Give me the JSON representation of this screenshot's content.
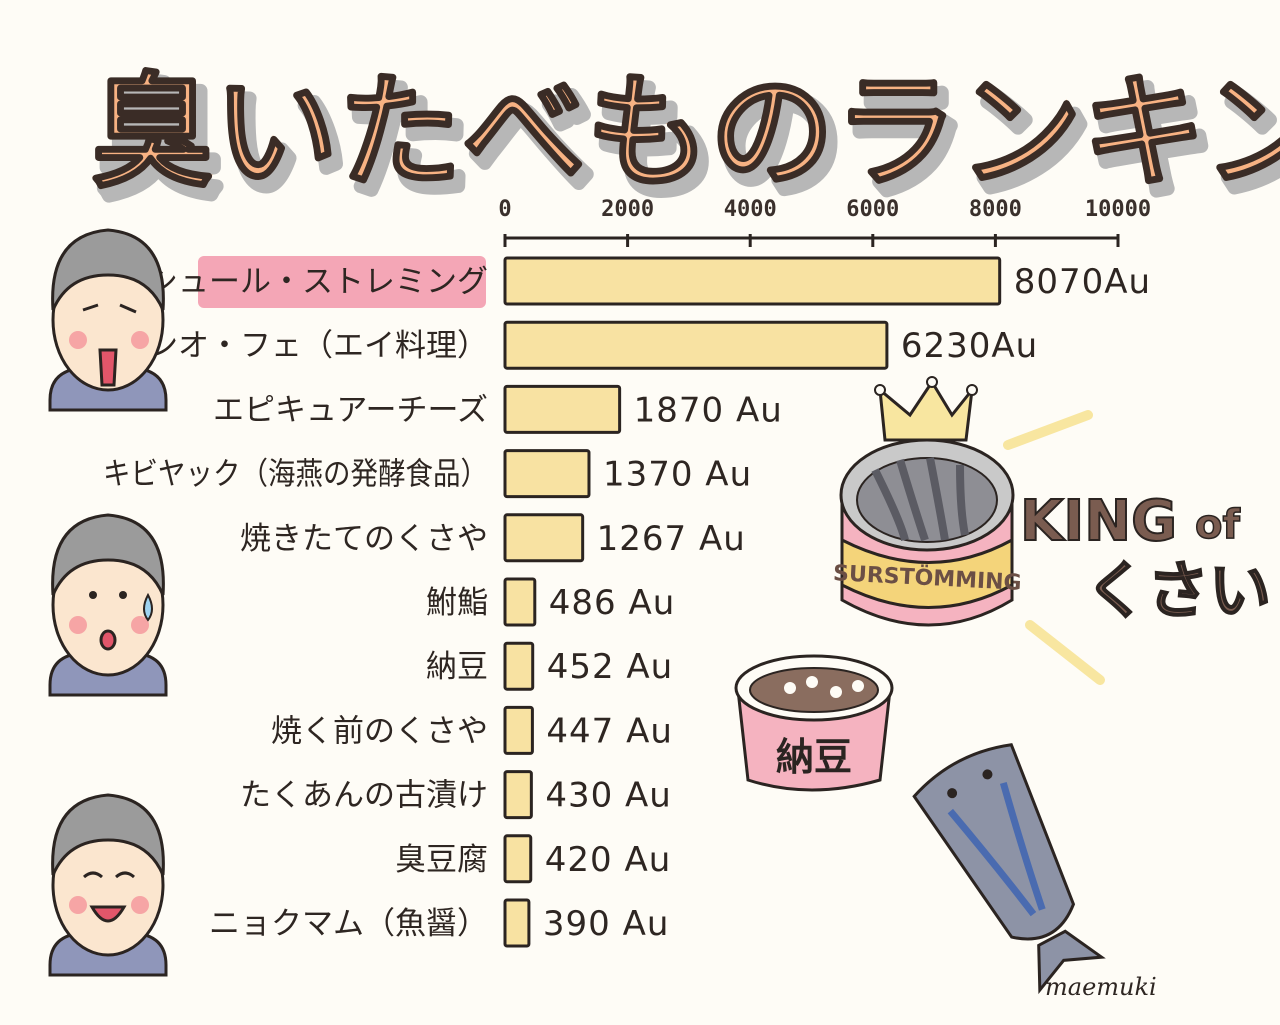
{
  "title": "臭いたべものランキング",
  "chart_data": {
    "type": "bar",
    "orientation": "horizontal",
    "title": "臭いたべものランキング",
    "xlim": [
      0,
      10000
    ],
    "xticks": [
      0,
      2000,
      4000,
      6000,
      8000,
      10000
    ],
    "unit": "Au",
    "highlight_index": 0,
    "categories": [
      "シュール・ストレミング",
      "ホンオ・フェ（エイ料理）",
      "エピキュアーチーズ",
      "キビヤック（海燕の発酵食品）",
      "焼きたてのくさや",
      "鮒鮨",
      "納豆",
      "焼く前のくさや",
      "たくあんの古漬け",
      "臭豆腐",
      "ニョクマム（魚醤）"
    ],
    "values": [
      8070,
      6230,
      1870,
      1370,
      1267,
      486,
      452,
      447,
      430,
      420,
      390
    ],
    "value_labels": [
      "8070Au",
      "6230Au",
      "1870 Au",
      "1370 Au",
      "1267 Au",
      "486 Au",
      "452 Au",
      "447 Au",
      "430 Au",
      "420 Au",
      "390 Au"
    ]
  },
  "illustration": {
    "can_label": "SURSTÖMMING",
    "king_line1": "KING",
    "king_of": "of",
    "king_line2": "くさい",
    "natto_label": "納豆",
    "signature": "maemuki"
  },
  "colors": {
    "title_fill": "#f7b283",
    "title_shadow": "#b7b7b7",
    "bar_fill": "#f8e2a2",
    "bar_stroke": "#2b2421",
    "highlight": "#f4a6b6",
    "king_brown": "#7a5c50",
    "can_pink": "#f5b3c0",
    "can_yellow": "#f4d47a",
    "crown_yellow": "#f8e6a0"
  }
}
